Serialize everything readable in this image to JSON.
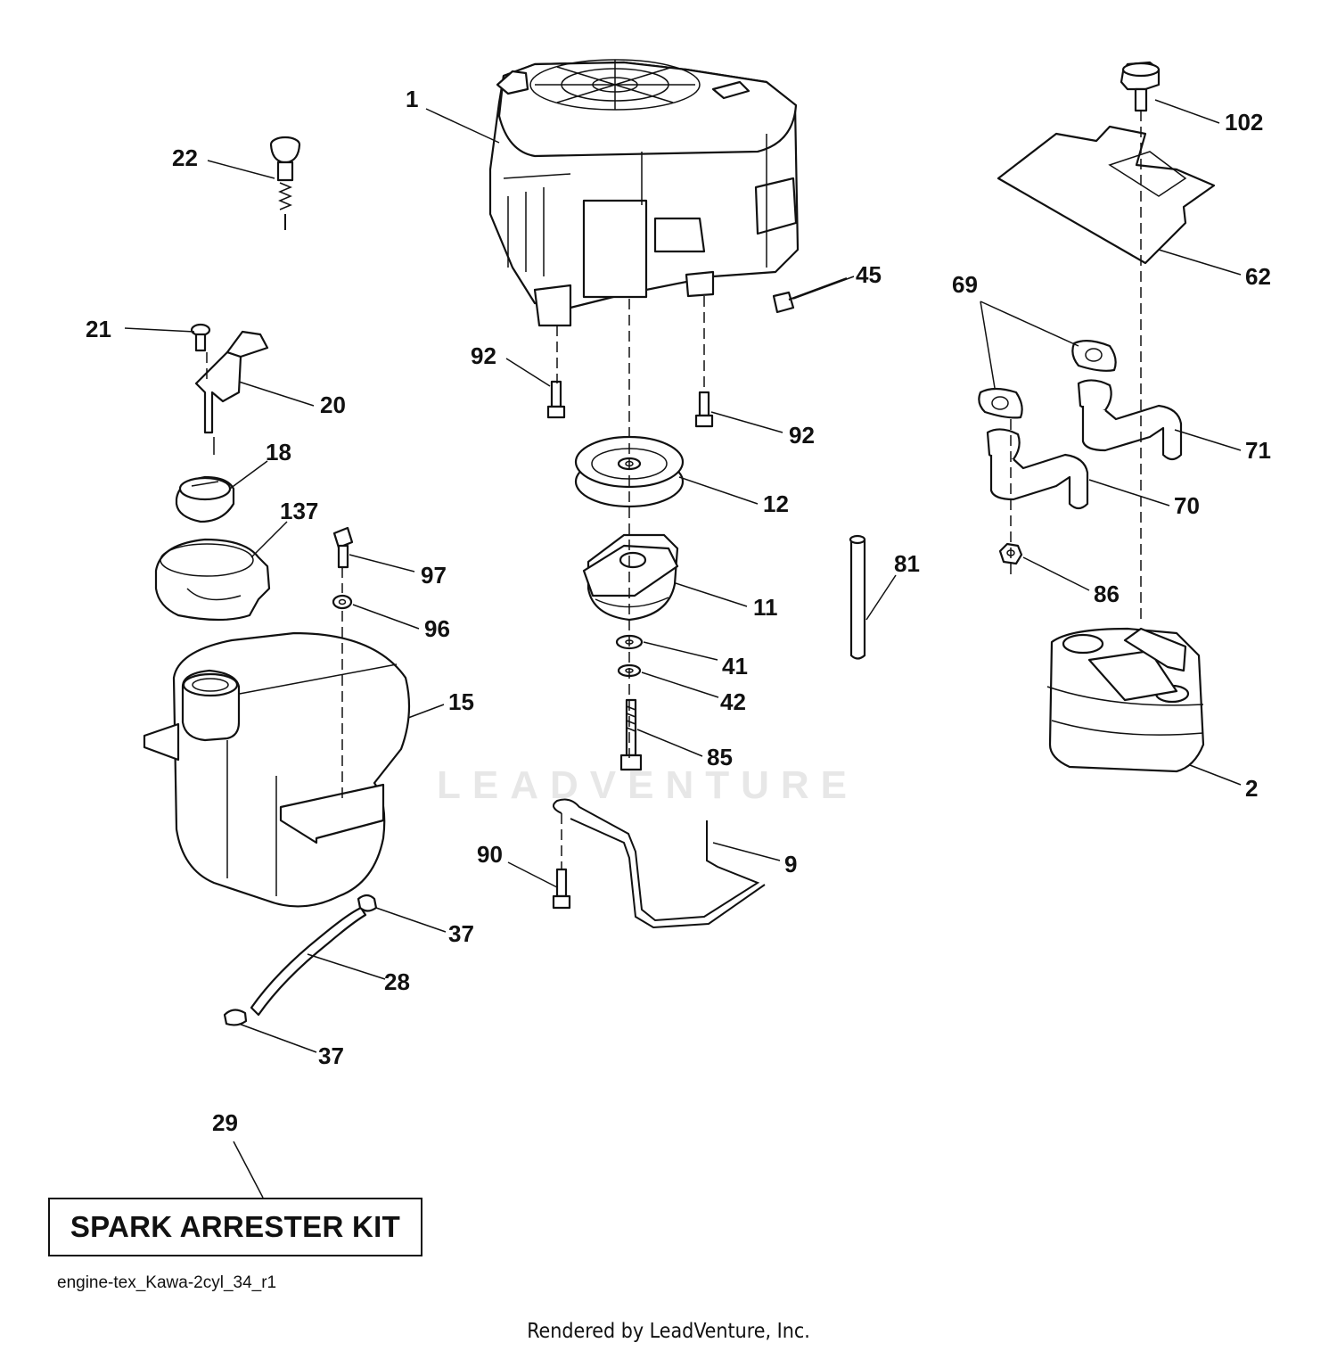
{
  "callouts": [
    "1",
    "22",
    "102",
    "45",
    "62",
    "69",
    "21",
    "92",
    "92",
    "20",
    "71",
    "18",
    "12",
    "70",
    "137",
    "97",
    "81",
    "11",
    "86",
    "96",
    "41",
    "15",
    "42",
    "85",
    "2",
    "90",
    "9",
    "37",
    "28",
    "37",
    "29"
  ],
  "kit_label": "SPARK ARRESTER KIT",
  "filename": "engine-tex_Kawa-2cyl_34_r1",
  "watermark": "LEADVENTURE",
  "rendered_by": "Rendered by LeadVenture, Inc."
}
